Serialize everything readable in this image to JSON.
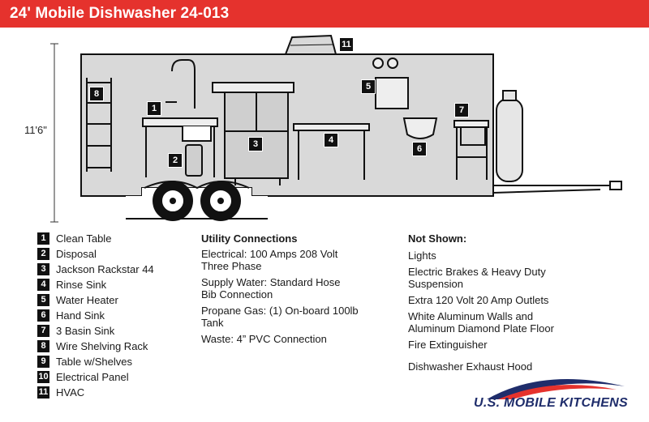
{
  "header": {
    "title": "24' Mobile Dishwasher 24-013"
  },
  "diagram": {
    "height_label": "11'6\"",
    "callouts": [
      "1",
      "2",
      "3",
      "4",
      "5",
      "6",
      "7",
      "8",
      "11"
    ]
  },
  "legend": [
    {
      "num": "1",
      "label": "Clean Table"
    },
    {
      "num": "2",
      "label": "Disposal"
    },
    {
      "num": "3",
      "label": "Jackson Rackstar 44"
    },
    {
      "num": "4",
      "label": "Rinse Sink"
    },
    {
      "num": "5",
      "label": "Water Heater"
    },
    {
      "num": "6",
      "label": "Hand Sink"
    },
    {
      "num": "7",
      "label": "3 Basin Sink"
    },
    {
      "num": "8",
      "label": "Wire Shelving Rack"
    },
    {
      "num": "9",
      "label": "Table w/Shelves"
    },
    {
      "num": "10",
      "label": "Electrical Panel"
    },
    {
      "num": "11",
      "label": "HVAC"
    }
  ],
  "utility": {
    "title": "Utility Connections",
    "lines": [
      "Electrical: 100 Amps 208 Volt Three Phase",
      "Supply Water: Standard Hose Bib Connection",
      "Propane Gas: (1) On-board 100lb Tank",
      "Waste: 4” PVC Connection"
    ]
  },
  "not_shown": {
    "title": "Not Shown:",
    "lines": [
      "Lights",
      "Electric Brakes & Heavy Duty Suspension",
      "Extra 120 Volt 20 Amp Outlets",
      "White Aluminum Walls and Aluminum Diamond Plate Floor",
      "Fire Extinguisher",
      "Dishwasher Exhaust Hood"
    ]
  },
  "logo": {
    "text": "U.S. MOBILE KITCHENS"
  },
  "colors": {
    "brand_red": "#e5322d",
    "brand_navy": "#1f2d6b",
    "trailer_fill": "#d9d9d9"
  }
}
